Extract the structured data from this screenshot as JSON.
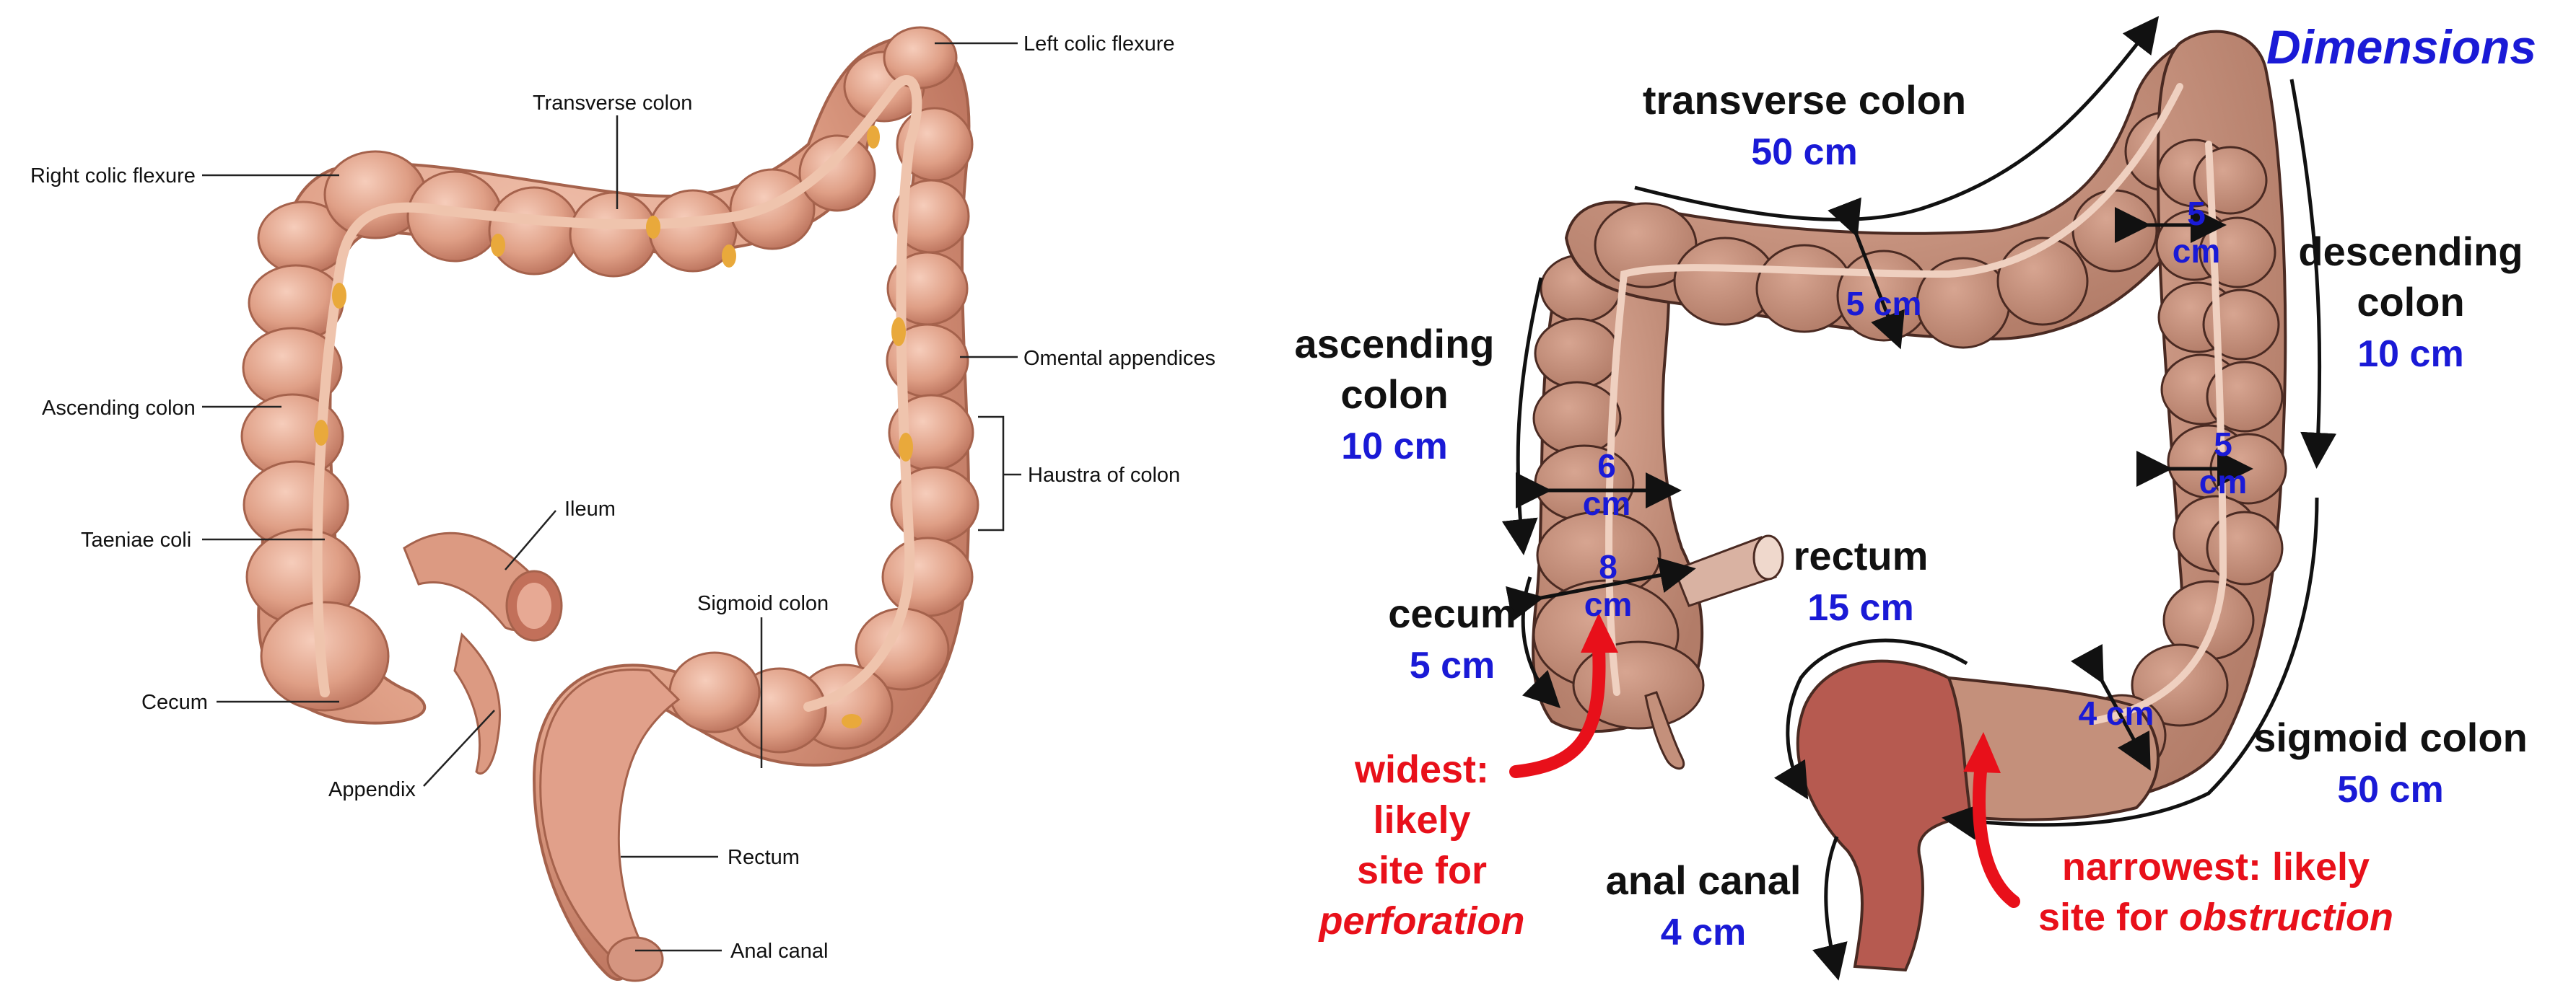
{
  "left_panel": {
    "labels": {
      "left_colic_flexure": "Left colic flexure",
      "transverse_colon": "Transverse colon",
      "right_colic_flexure": "Right colic flexure",
      "omental_appendices": "Omental appendices",
      "ascending_colon": "Ascending colon",
      "haustra_of_colon": "Haustra of colon",
      "ileum": "Ileum",
      "taeniae_coli": "Taeniae coli",
      "sigmoid_colon": "Sigmoid colon",
      "cecum": "Cecum",
      "appendix": "Appendix",
      "rectum": "Rectum",
      "anal_canal": "Anal canal"
    }
  },
  "right_panel": {
    "title": "Dimensions",
    "segments": {
      "transverse": {
        "name": "transverse colon",
        "length": "50 cm"
      },
      "descending": {
        "name_line1": "descending",
        "name_line2": "colon",
        "length": "10 cm"
      },
      "ascending": {
        "name_line1": "ascending",
        "name_line2": "colon",
        "length": "10 cm"
      },
      "rectum": {
        "name": "rectum",
        "length": "15 cm"
      },
      "cecum": {
        "name": "cecum",
        "length": "5 cm"
      },
      "sigmoid": {
        "name": "sigmoid colon",
        "length": "50 cm"
      },
      "anal_canal": {
        "name": "anal canal",
        "length": "4 cm"
      }
    },
    "diameters": {
      "transverse": "5 cm",
      "descending_top_num": "5",
      "descending_top_unit": "cm",
      "descending_mid_num": "5",
      "descending_mid_unit": "cm",
      "ascending_num": "6",
      "ascending_unit": "cm",
      "cecum_num": "8",
      "cecum_unit": "cm",
      "sigmoid": "4 cm"
    },
    "annotations": {
      "widest_line1": "widest:",
      "widest_line2": "likely",
      "widest_line3": "site for",
      "widest_line4": "perforation",
      "narrowest_line1": "narrowest: likely",
      "narrowest_line2_plain": "site for ",
      "narrowest_line2_italic": "obstruction"
    },
    "colors": {
      "black_text": "#111111",
      "blue_text": "#1a1ad6",
      "red_text": "#e8101a",
      "colon_fill": "#c4907b",
      "colon_stroke": "#4a2a22",
      "rectum_fill": "#b65a50"
    }
  },
  "colors": {
    "left_colon_fill": "#dc9a82",
    "left_colon_stroke": "#a5624c",
    "taenia": "#efc4ad",
    "appendices": "#e9a93b"
  }
}
